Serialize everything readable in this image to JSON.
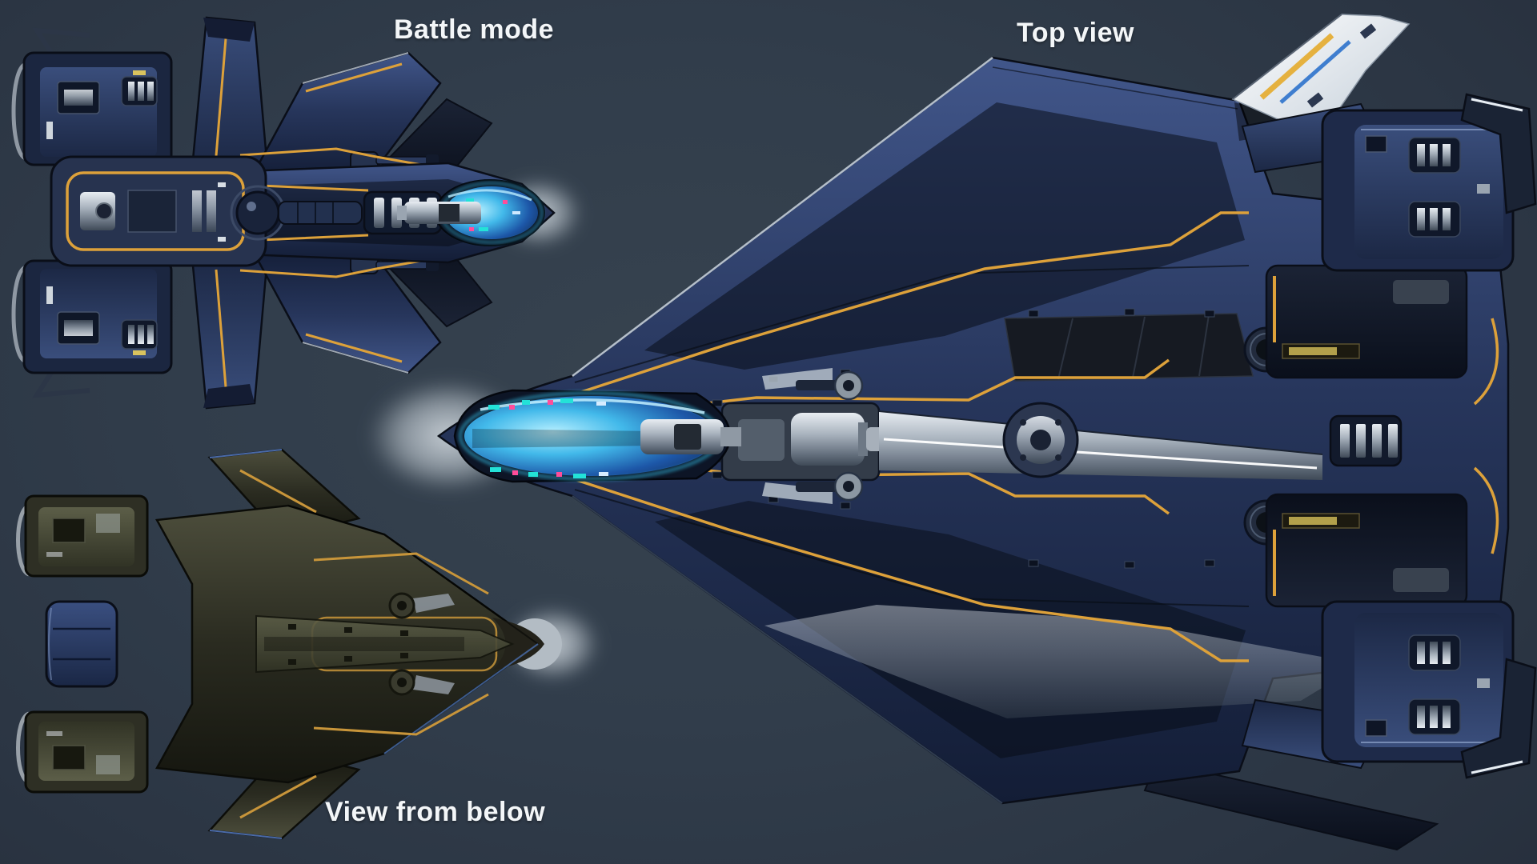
{
  "artwork": {
    "subject": "spaceship orthographic render sheet",
    "ship_count": 3,
    "views": [
      {
        "id": "battle-mode",
        "label": "Battle mode"
      },
      {
        "id": "top-view",
        "label": "Top view"
      },
      {
        "id": "view-from-below",
        "label": "View from below"
      }
    ],
    "colors": {
      "background_center": "#37434f",
      "background_edge": "#242c39",
      "hull_blue": "#27365c",
      "hull_blue_light": "#41568a",
      "hull_dark": "#10182b",
      "accent_gold": "#dda13a",
      "canopy_cyan": "#42b9ea",
      "canopy_deep_blue": "#1d57a8",
      "detail_teal": "#23e2d8",
      "detail_magenta": "#ff4d9a",
      "steel_silver": "#aab4bf",
      "fin_white": "#ffffff",
      "fin_stripe_blue": "#3f7ecf",
      "underside_olive": "#2a2b20",
      "nose_halo_grey": "#c9d2d9",
      "label_text": "#f3f6f8"
    }
  }
}
